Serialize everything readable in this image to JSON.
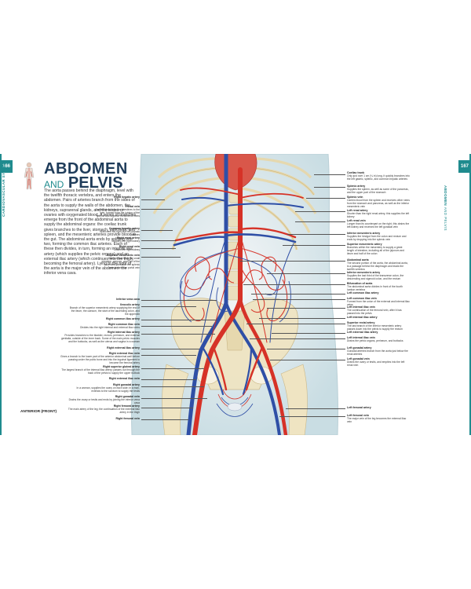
{
  "page": {
    "left_number": "166",
    "right_number": "167",
    "left_section": "CARDIOVASCULAR SYSTEM",
    "right_section_bold": "ABDOMEN",
    "right_section_thin": "AND PELVIS",
    "title_line1": "ABDOMEN",
    "title_and": "AND",
    "title_line2": "PELVIS",
    "intro": "The aorta passes behind the diaphragm, level with the twelfth thoracic vertebra, and enters the abdomen. Pairs of arteries branch from the sides of the aorta to supply the walls of the abdomen, the kidneys, suprarenal glands, and the testes or ovaries with oxygenated blood. A series of branches emerge from the front of the abdominal aorta to supply the abdominal organs: the coeliac trunk gives branches to the liver, stomach, pancreas, and spleen, and the mesenteric arteries provide blood to the gut. The abdominal aorta ends by splitting into two, forming the common iliac arteries. Each of these then divides, in turn, forming an internal iliac artery (which supplies the pelvic organs) and an external iliac artery (which continues into the thigh, becoming the femoral artery). Lying to the right of the aorta is the major vein of the abdomen: the inferior vena cava.",
    "anterior_label": "ANTERIOR (FRONT)"
  },
  "left_labels": [
    {
      "title": "Right hepatic artery",
      "desc": ""
    },
    {
      "title": "Portal vein",
      "desc": "Carries blood from the intestines to the liver, formed from the joining of the splenic and superior mesenteric veins"
    },
    {
      "title": "Common hepatic artery",
      "desc": "Branches into right and left hepatic arteries"
    },
    {
      "title": "Right renal artery",
      "desc": "Supplies the right kidney"
    },
    {
      "title": "Right renal vein",
      "desc": "Drains the right kidney"
    },
    {
      "title": "Superior mesenteric vein",
      "desc": "Drains blood from the small intestine, caecum, and half of the colon and joins with the splenic vein to form the portal vein"
    },
    {
      "title": "Inferior vena cava",
      "desc": ""
    },
    {
      "title": "Ileocolic artery",
      "desc": "Branch of the superior mesenteric artery supplying the end of the ileum, the caecum, the start of the ascending colon, and the appendix"
    },
    {
      "title": "Right common iliac artery",
      "desc": ""
    },
    {
      "title": "Right common iliac vein",
      "desc": "Divides into the right internal and external iliac veins"
    },
    {
      "title": "Right internal iliac artery",
      "desc": "Provides branches to the bladder, rectum, perineum, and external genitalia, outside of the inner back. Some of the main pelvic muscles and the buttocks, as well as the uterus and vagina in a woman"
    },
    {
      "title": "Right external iliac artery",
      "desc": ""
    },
    {
      "title": "Right external iliac vein",
      "desc": "Gives a branch to the lower part of the anterior abdominal wall before passing under the pubic bone and into the inguinal ligament to become the femoral artery"
    },
    {
      "title": "Right superior gluteal artery",
      "desc": "The largest branch of the internal iliac artery; passes out through the back of the pelvis to supply the upper buttock"
    },
    {
      "title": "Right external iliac vein",
      "desc": ""
    },
    {
      "title": "Right gonadal artery",
      "desc": "In a woman, supplies the ovary on each side; in a man, extends to the scrotum to supply the testis"
    },
    {
      "title": "Right gonadal vein",
      "desc": "Drains the ovary or testis and ends by joining the inferior vena cava"
    },
    {
      "title": "Right femoral artery",
      "desc": "The main artery of the leg; the continuation of the external iliac artery in the thigh"
    },
    {
      "title": "Right femoral vein",
      "desc": ""
    }
  ],
  "right_labels": [
    {
      "title": "Coeliac trunk",
      "desc": "Only just over 1 cm (¼ in) long, it quickly branches into the left gastric, splenic, and common hepatic arteries"
    },
    {
      "title": "Splenic artery",
      "desc": "Supplies the spleen, as well as some of the pancreas, and the upper part of the stomach"
    },
    {
      "title": "Splenic vein",
      "desc": "Carries blood from the spleen and receives other veins from the stomach and pancreas, as well as the inferior mesenteric vein"
    },
    {
      "title": "Left renal artery",
      "desc": "Shorter than the right renal artery, this supplies the left kidney"
    },
    {
      "title": "Left renal vein",
      "desc": "Longer than its counterpart on the right, this drains the left kidney and receives the left gonadal vein"
    },
    {
      "title": "Inferior mesenteric artery",
      "desc": "Supplies the hindgut from the colon and rectum and ends by dropping into the splenic vein"
    },
    {
      "title": "Superior mesenteric artery",
      "desc": "Branches within the mesentery to supply a great length of intestine, including all of the jejunum and ileum and half of the colon"
    },
    {
      "title": "Abdominal aorta",
      "desc": "The second portion of the aorta, the abdominal aorta, is a passage behind the diaphragm and leads the twelfth vertebra"
    },
    {
      "title": "Inferior mesenteric artery",
      "desc": "Supplies the last third of the transverse colon, the descending and sigmoid colon, and the rectum"
    },
    {
      "title": "Bifurcation of aorta",
      "desc": "The abdominal aorta divides in front of the fourth lumbar vertebra"
    },
    {
      "title": "Left common iliac artery",
      "desc": ""
    },
    {
      "title": "Left common iliac vein",
      "desc": "Formed from the union of the external and internal iliac veins"
    },
    {
      "title": "Left internal iliac vein",
      "desc": "The continuation of the femoral vein, after it has passed into the pelvis"
    },
    {
      "title": "Left internal iliac artery",
      "desc": ""
    },
    {
      "title": "Superior rectal artery",
      "desc": "The last branch of the inferior mesenteric artery passes down into the pelvis to supply the rectum"
    },
    {
      "title": "Left external iliac artery",
      "desc": ""
    },
    {
      "title": "Left internal iliac vein",
      "desc": "Drains the pelvic organs, perineum, and buttocks"
    },
    {
      "title": "Left gonadal artery",
      "desc": "Gonadal arteries branch from the aorta just below the renal arteries"
    },
    {
      "title": "Left gonadal vein",
      "desc": "Drains the ovary or testis, and empties into the left renal vein"
    },
    {
      "title": "Left femoral artery",
      "desc": ""
    },
    {
      "title": "Left femoral vein",
      "desc": "The major vein of the leg becomes the external iliac vein"
    }
  ],
  "colors": {
    "accent": "#1f8b8e",
    "artery": "#d63227",
    "vein": "#2f4fa6",
    "bone": "#e9dcb2"
  }
}
